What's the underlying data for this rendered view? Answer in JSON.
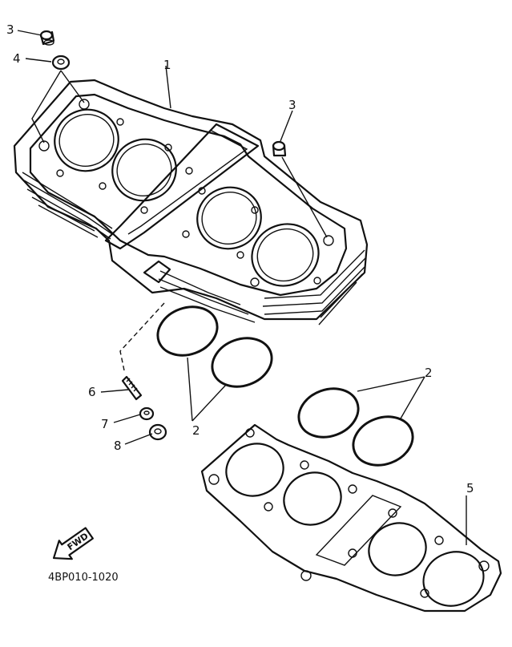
{
  "labels": {
    "l1": "1",
    "l2a": "2",
    "l2b": "2",
    "l3a": "3",
    "l3b": "3",
    "l4": "4",
    "l5": "5",
    "l6": "6",
    "l7": "7",
    "l8": "8"
  },
  "direction_marker": "FWD",
  "drawing_code": "4BP010-1020"
}
